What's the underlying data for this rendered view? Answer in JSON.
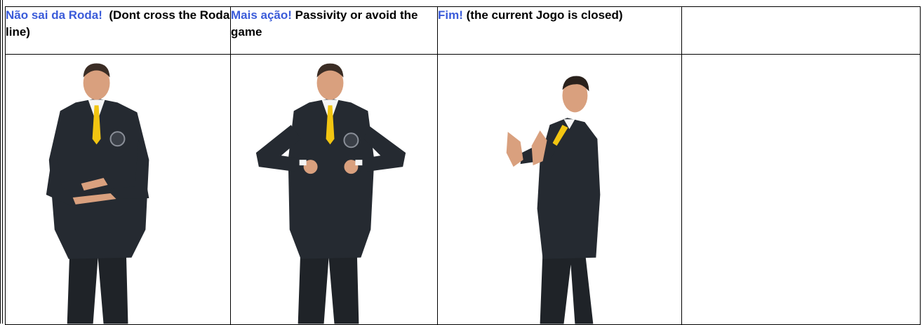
{
  "gestures": [
    {
      "term": "Não sai da Roda!",
      "description": "(Dont cross the Roda line)",
      "figure": "referee-hands-horizontal-icon"
    },
    {
      "term": "Mais ação!",
      "description": "Passivity or avoid the game",
      "figure": "referee-fists-together-icon"
    },
    {
      "term": "Fim!",
      "description": "(the current Jogo is closed)",
      "figure": "referee-clapping-icon"
    }
  ],
  "colors": {
    "term": "#3a5bd9",
    "suit": "#1f2328",
    "tie": "#f2c511",
    "skin": "#d9a07e"
  }
}
